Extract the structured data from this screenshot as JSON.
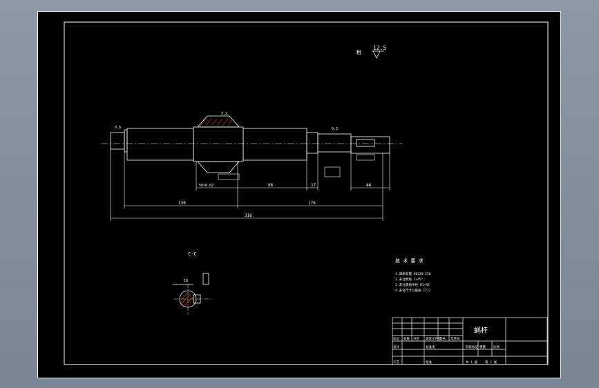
{
  "drawing": {
    "part_name": "蜗杆",
    "scale_note": "12.5",
    "section_label": "C-C",
    "tech_title": "技 术 要 求",
    "tech_lines": [
      "1.调质处理 HB220-250",
      "2.未注倒角 1×45°",
      "3.未注圆角半径 R1~R3",
      "4.未注尺寸公差按 IT12"
    ],
    "dims": {
      "left_len": "136",
      "right_len": "176",
      "total_len": "316",
      "mid_a": "86",
      "mid_b": "17",
      "mid_c": "46",
      "worm_note": "50×0.02",
      "key_note": "18",
      "rough_a": "0.8",
      "rough_b": "3.2",
      "rough_c": "6.3"
    },
    "title_block": {
      "row1": [
        "标记",
        "处数",
        "分区",
        "更改文件号",
        "签名",
        "年月日"
      ],
      "design": "设计",
      "std": "标准化",
      "stage": "阶段标记",
      "weight": "重量",
      "ratio": "比例",
      "approve": "批准",
      "sheet_of": "共 1 张",
      "sheet_no": "第 1 张",
      "process": "工艺"
    }
  },
  "colors": {
    "paper": "#000000",
    "line": "#ffffff",
    "hatch": "#ff4040",
    "tolerance": "#ffffff"
  }
}
